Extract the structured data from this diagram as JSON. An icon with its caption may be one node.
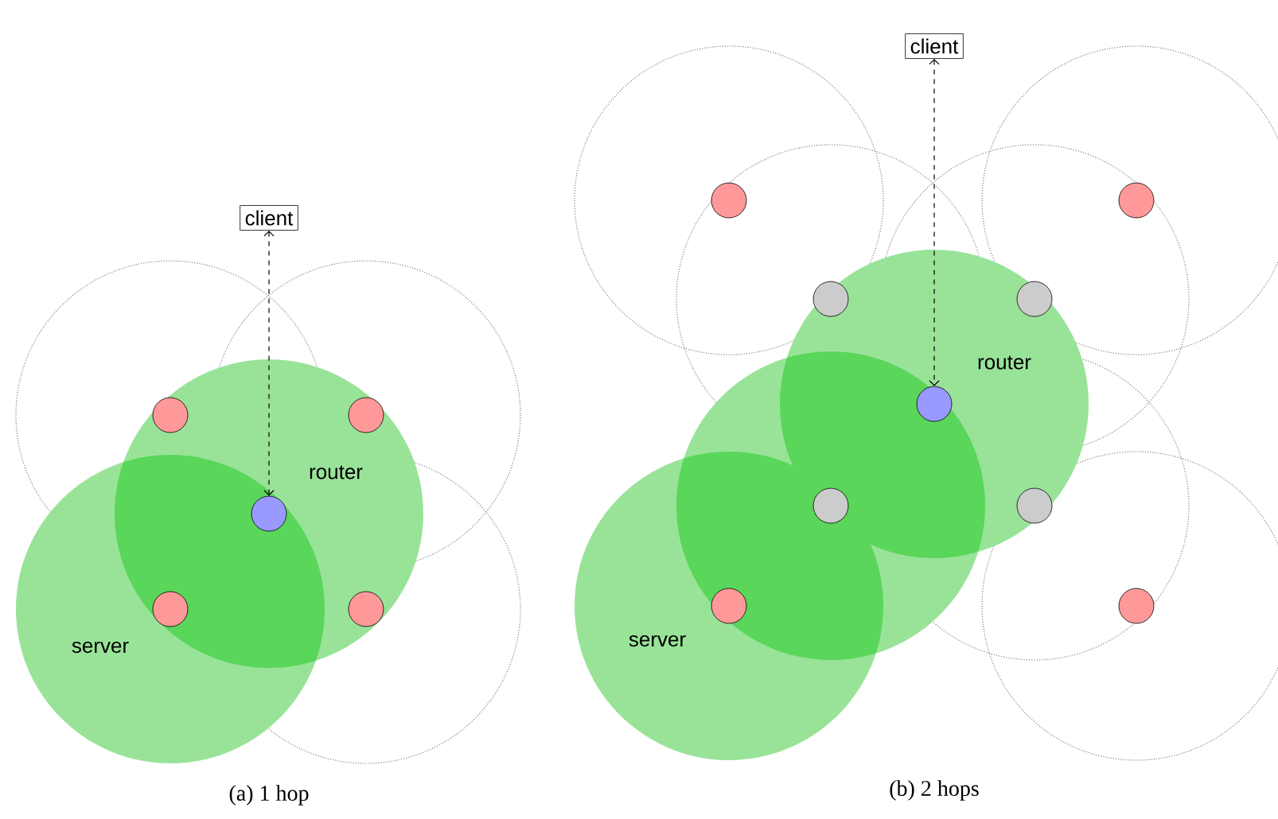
{
  "diagram": {
    "nodes": [
      {
        "text": [
          "client"
        ]
      },
      {
        "text": [],
        "shape": "circle",
        "beside": [
          "router"
        ]
      },
      {
        "text": [],
        "shape": "circle"
      },
      {
        "text": [],
        "shape": "circle"
      },
      {
        "text": [],
        "shape": "circle",
        "beside": [
          "server"
        ]
      },
      {
        "text": [],
        "shape": "circle"
      },
      {
        "text": [
          "client"
        ]
      },
      {
        "text": [],
        "shape": "circle",
        "beside": [
          "router"
        ]
      },
      {
        "text": [],
        "shape": "circle"
      },
      {
        "text": [],
        "shape": "circle"
      },
      {
        "text": [],
        "shape": "circle"
      },
      {
        "text": [],
        "shape": "circle"
      },
      {
        "text": [],
        "shape": "circle"
      },
      {
        "text": [],
        "shape": "circle"
      },
      {
        "text": [],
        "shape": "circle",
        "beside": [
          "server"
        ]
      },
      {
        "text": [],
        "shape": "circle"
      }
    ],
    "edges": [
      {
        "from": 0,
        "to": 1,
        "arrow": "both",
        "style": "dashed"
      },
      {
        "from": 6,
        "to": 7,
        "arrow": "both",
        "style": "dashed"
      }
    ],
    "labels": [
      "(a) 1 hop",
      "(b) 2 hops"
    ]
  }
}
